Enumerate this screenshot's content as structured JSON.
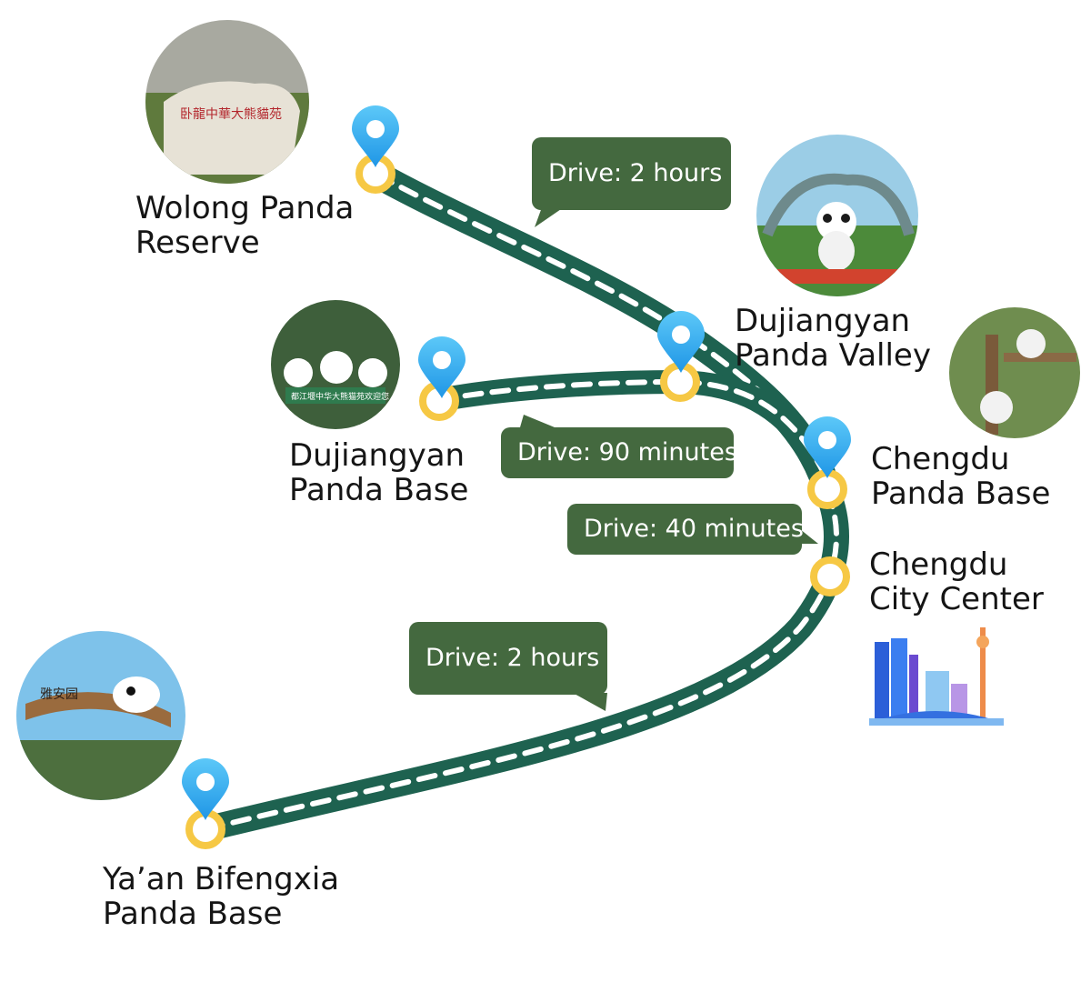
{
  "locations": [
    {
      "id": "wolong",
      "line1": "Wolong Panda",
      "line2": "Reserve"
    },
    {
      "id": "dujiangyan-valley",
      "line1": "Dujiangyan",
      "line2": "Panda Valley"
    },
    {
      "id": "dujiangyan-base",
      "line1": "Dujiangyan",
      "line2": "Panda Base"
    },
    {
      "id": "chengdu-base",
      "line1": "Chengdu",
      "line2": "Panda Base"
    },
    {
      "id": "chengdu-center",
      "line1": "Chengdu",
      "line2": "City Center"
    },
    {
      "id": "yaan",
      "line1": "Ya’an Bifengxia",
      "line2": "Panda Base"
    }
  ],
  "drive_labels": [
    {
      "segment": "wolong-valley",
      "text": "Drive: 2 hours"
    },
    {
      "segment": "base-valley",
      "text": "Drive: 90 minutes"
    },
    {
      "segment": "center-chengdu-base",
      "text": "Drive: 40 minutes"
    },
    {
      "segment": "yaan-center",
      "text": "Drive: 2 hours"
    }
  ],
  "photo_signs": {
    "wolong": "卧龍中華大熊貓苑",
    "dujiangyan_base": "都江堰中华大熊猫苑欢迎您",
    "yaan": "雅安园"
  },
  "colors": {
    "route": "#1e6250",
    "route_dash": "#ffffff",
    "bubble": "#44693f",
    "pin": "#35aef0",
    "ring": "#f6c844"
  }
}
